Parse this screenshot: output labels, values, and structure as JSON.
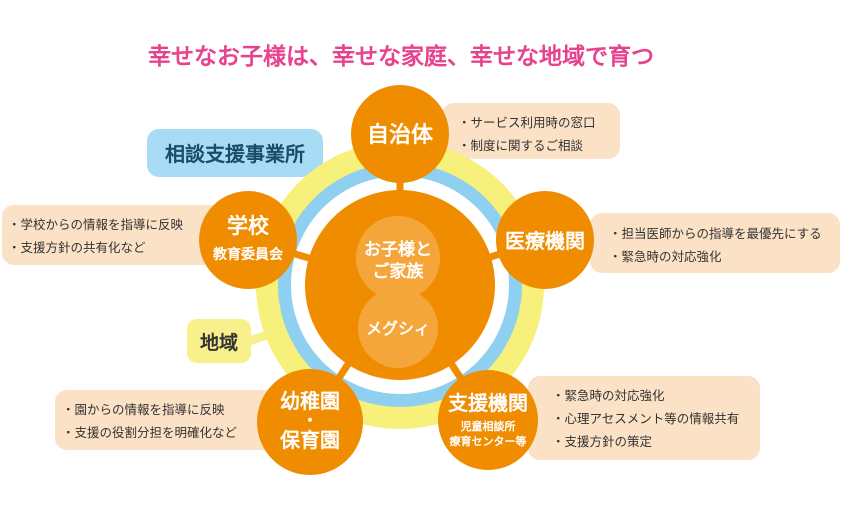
{
  "title": "幸せなお子様は、幸せな家庭、幸せな地域で育つ",
  "colors": {
    "title": "#e8418d",
    "node_orange": "#f08c00",
    "inner_light": "#f5a63a",
    "ring_blue": "#8fd0f0",
    "ring_yellow": "#f7f07a",
    "note_bg": "#fbe1c5",
    "label_blue_bg": "#a8dcf4",
    "label_yellow_bg": "#f8f08a"
  },
  "center": {
    "line1": "お子様と",
    "line2": "ご家族",
    "service": "メグシィ"
  },
  "labels": {
    "consult": "相談支援事業所",
    "community": "地域"
  },
  "nodes": {
    "municipality": {
      "title": "自治体",
      "notes": [
        "・サービス利用時の窓口",
        "・制度に関するご相談"
      ]
    },
    "medical": {
      "title": "医療機関",
      "notes": [
        "・担当医師からの指導を最優先にする",
        "・緊急時の対応強化"
      ]
    },
    "school": {
      "title": "学校",
      "subtitle": "教育委員会",
      "notes": [
        "・学校からの情報を指導に反映",
        "・支援方針の共有化など"
      ]
    },
    "kindergarten": {
      "title1": "幼稚園",
      "dot": "・",
      "title2": "保育園",
      "notes": [
        "・園からの情報を指導に反映",
        "・支援の役割分担を明確化など"
      ]
    },
    "support": {
      "title": "支援機関",
      "sub1": "児童相談所",
      "sub2": "療育センター等",
      "notes": [
        "・緊急時の対応強化",
        "・心理アセスメント等の情報共有",
        "・支援方針の策定"
      ]
    }
  }
}
